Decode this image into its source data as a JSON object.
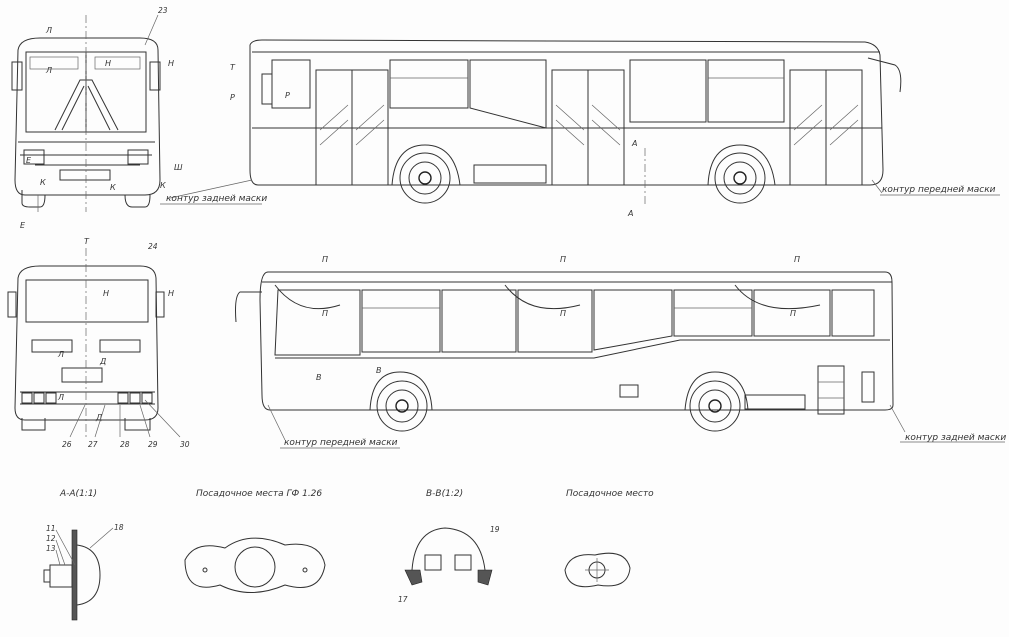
{
  "views": {
    "front": {
      "labels": {
        "l1": "Л",
        "l2": "Л",
        "h": "Н",
        "h2": "Н",
        "e": "Е",
        "e2": "Е",
        "k1": "К",
        "k2": "К",
        "k3": "К",
        "sh": "Ш"
      },
      "callout": "23"
    },
    "rear": {
      "labels": {
        "t": "Т",
        "h": "Н",
        "h2": "Н",
        "l": "Л",
        "l2": "Л",
        "d": "Д",
        "d2": "Д"
      },
      "callouts": [
        "24",
        "26",
        "27",
        "28",
        "29",
        "30"
      ]
    },
    "side_right": {
      "labels": {
        "t": "Т",
        "p": "Р",
        "p2": "Р",
        "a1": "А",
        "a2": "А"
      },
      "rear_mask": "контур задней маски",
      "front_mask": "контур передней маски"
    },
    "side_left": {
      "labels": {
        "p1": "П",
        "p2": "П",
        "p3": "П",
        "p4": "П",
        "p5": "П",
        "p6": "П",
        "b1": "В",
        "b2": "В"
      },
      "front_mask": "контур передней маски",
      "rear_mask": "контур задней маски"
    }
  },
  "details": {
    "section_aa": {
      "title": "А-А(1:1)",
      "callouts": [
        "11",
        "12",
        "13",
        "18"
      ]
    },
    "seat_gf": {
      "title": "Посадочное места ГФ 1.26"
    },
    "section_bb": {
      "title": "В-В(1:2)",
      "callouts": [
        "19",
        "17"
      ]
    },
    "seat": {
      "title": "Посадочное место"
    }
  }
}
